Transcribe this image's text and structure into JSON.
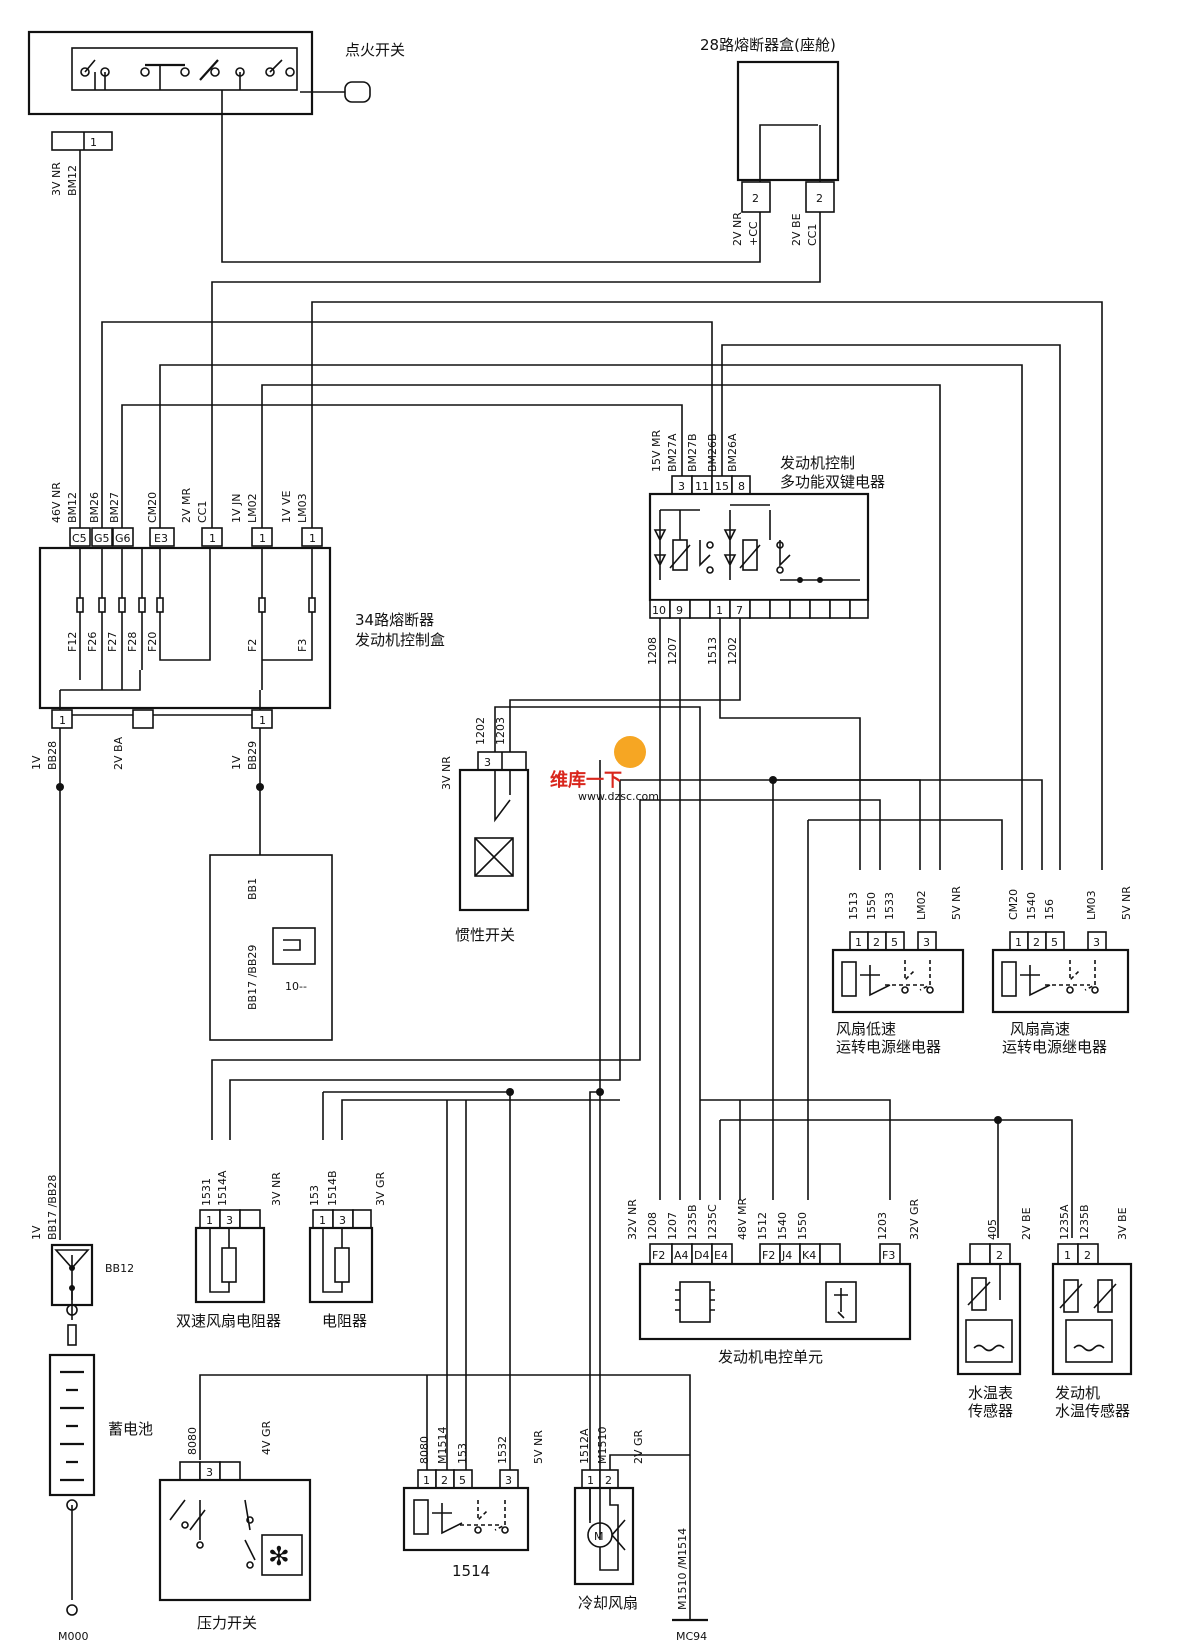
{
  "labels": {
    "ignition_switch": "点火开关",
    "fuse_box_28": "28路熔断器盒(座舱)",
    "engine_ctrl_relay_l1": "发动机控制",
    "engine_ctrl_relay_l2": "多功能双键电器",
    "fuse_box_34_l1": "34路熔断器",
    "fuse_box_34_l2": "发动机控制盒",
    "inertia_switch": "惯性开关",
    "fan_low_relay_l1": "风扇低速",
    "fan_low_relay_l2": "运转电源继电器",
    "fan_high_relay_l1": "风扇高速",
    "fan_high_relay_l2": "运转电源继电器",
    "dual_fan_resistor": "双速风扇电阻器",
    "resistor": "电阻器",
    "ecu": "发动机电控单元",
    "water_temp_gauge_l1": "水温表",
    "water_temp_gauge_l2": "传感器",
    "engine_water_temp_l1": "发动机",
    "engine_water_temp_l2": "水温传感器",
    "battery": "蓄电池",
    "pressure_switch": "压力开关",
    "relay_1514": "1514",
    "cooling_fan": "冷却风扇",
    "ground_m000": "M000",
    "ground_mc94": "MC94",
    "bb12": "BB12",
    "watermark_cn": "维库一下",
    "watermark_url": "www.dzsc.com",
    "connector_10": "10--"
  },
  "wire_labels": {
    "ign_3v_nr": "3V NR",
    "ign_bm12": "BM12",
    "fb28_2v_nr": "2V NR",
    "fb28_cc_plus": "+CC",
    "fb28_2v_be": "2V BE",
    "fb28_cc1": "CC1",
    "fb34_46v_nr": "46V NR",
    "fb34_bm12": "BM12",
    "fb34_bm26": "BM26",
    "fb34_bm27": "BM27",
    "fb34_cm20": "CM20",
    "fb34_2v_mr": "2V MR",
    "fb34_cc1": "CC1",
    "fb34_1v_jn": "1V JN",
    "fb34_lm02": "LM02",
    "fb34_1v_ve": "1V VE",
    "fb34_lm03": "LM03",
    "fb34_1v_a": "1V",
    "fb34_bb28": "BB28",
    "fb34_2v_ba": "2V BA",
    "fb34_1v_b": "1V",
    "fb34_bb29": "BB29",
    "rel_15v_mr": "15V MR",
    "rel_bm27a": "BM27A",
    "rel_bm27b": "BM27B",
    "rel_bm26b": "BM26B",
    "rel_bm26a": "BM26A",
    "rel_1208": "1208",
    "rel_1207": "1207",
    "rel_1513": "1513",
    "rel_1202": "1202",
    "in_3v_nr": "3V NR",
    "in_1202": "1202",
    "in_1203": "1203",
    "bb_bb17_bb29": "BB17 /BB29",
    "bb_bb1": "BB1",
    "fl_1513": "1513",
    "fl_1550": "1550",
    "fl_1533": "1533",
    "fl_lm02": "LM02",
    "fl_5v_nr": "5V NR",
    "fh_cm20": "CM20",
    "fh_1540": "1540",
    "fh_156": "156",
    "fh_lm03": "LM03",
    "fh_5v_nr": "5V NR",
    "bat_1v": "1V",
    "bat_bb17_bb28": "BB17 /BB28",
    "ds_1531": "1531",
    "ds_1514a": "1514A",
    "ds_3v_nr": "3V NR",
    "r_153": "153",
    "r_1514b": "1514B",
    "r_3v_gr": "3V GR",
    "ecu_32v_nr": "32V NR",
    "ecu_1208": "1208",
    "ecu_1207": "1207",
    "ecu_1235b": "1235B",
    "ecu_1235c": "1235C",
    "ecu_48v_mr": "48V MR",
    "ecu_1512": "1512",
    "ecu_1540": "1540",
    "ecu_1550": "1550",
    "ecu_1203": "1203",
    "ecu_32v_gr": "32V GR",
    "wt_405": "405",
    "wt_2v_be": "2V BE",
    "et_1235a": "1235A",
    "et_1235b": "1235B",
    "et_3v_be": "3V BE",
    "ps_8080": "8080",
    "ps_4v_gr": "4V GR",
    "r14_8080": "8080",
    "r14_m1514": "M1514",
    "r14_153": "153",
    "r14_1532": "1532",
    "r14_5v_nr": "5V NR",
    "cf_1512a": "1512A",
    "cf_m1510": "M1510",
    "cf_2v_gr": "2V GR",
    "gnd_m1510_m1514": "M1510 /M1514"
  },
  "pins": {
    "ign": [
      "1"
    ],
    "fb28_a": "2",
    "fb28_b": "2",
    "fb34_top": [
      "C5",
      "G5",
      "G6",
      "E3",
      "1",
      "1",
      "1"
    ],
    "fb34_bot": [
      "1",
      "1"
    ],
    "fuses": [
      "F12",
      "F26",
      "F27",
      "F28",
      "F20",
      "F2",
      "F3"
    ],
    "relay_top": [
      "3",
      "11",
      "15",
      "8"
    ],
    "relay_bot": [
      "10",
      "9",
      "1",
      "7"
    ],
    "inertia": "3",
    "fan_low": [
      "1",
      "2",
      "5",
      "3"
    ],
    "fan_high": [
      "1",
      "2",
      "5",
      "3"
    ],
    "dual_res": [
      "1",
      "3"
    ],
    "res": [
      "1",
      "3"
    ],
    "ecu_a": [
      "F2",
      "A4",
      "D4",
      "E4"
    ],
    "ecu_b": [
      "F2",
      "J4",
      "K4"
    ],
    "ecu_c": "F3",
    "wt": "2",
    "et": [
      "1",
      "2"
    ],
    "ps": "3",
    "r1514": [
      "1",
      "2",
      "5",
      "3"
    ],
    "cf": [
      "1",
      "2"
    ]
  }
}
